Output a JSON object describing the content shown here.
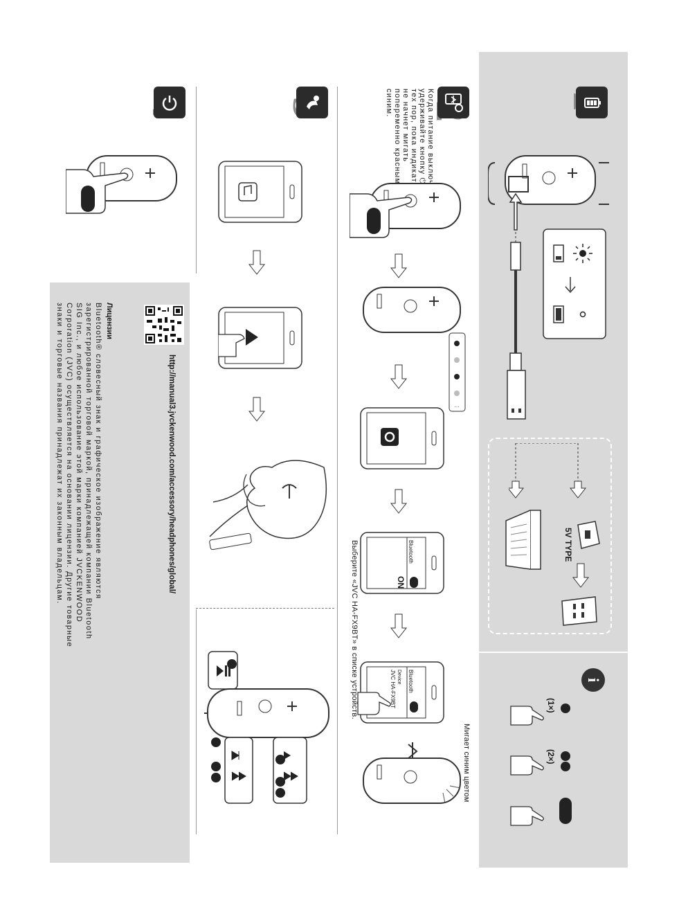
{
  "step1": {
    "number": "1",
    "icon": "battery-icon"
  },
  "step2": {
    "number": "2",
    "icon": "bluetooth-phone-icon",
    "text_lines": [
      "Когда питание выключено,",
      "удерживайте кнопку ⏻ до",
      "тех пор, пока индикатор",
      "не начнет мигать",
      "попеременно красным",
      "синим."
    ],
    "select_text": "Выберите «JVC HA-FX9BT» в списке устройств.",
    "blink_text": "Мигает синим цветом",
    "phone_bluetooth_label": "Bluetooth",
    "phone_on_label": "ON",
    "phone_device_label": "Device",
    "phone_device_name": "JVC HA-FX9BT"
  },
  "step3": {
    "number": "3",
    "icon": "music-phone-icon"
  },
  "step4": {
    "number": "4",
    "icon": "power-icon"
  },
  "info": {
    "icon": "info-icon",
    "press_once": "(1×)",
    "press_twice": "(2×)"
  },
  "charging": {
    "adapter_label": "5V TYPE"
  },
  "manual_url": "http://manual3.jvckenwood.com/accessory/headphones/global/",
  "license": {
    "title": "Лицензии",
    "lines": [
      "Bluetooth® словесный знак и графическое изображение являются",
      "зарегистрированной торговой маркой, принадлежащей компании Bluetooth",
      "SIG Inc., и любое использование этой марки компанией JVCKENWOOD",
      "Corporation (JVC) осуществляется на основании лицензии. Другие товарные",
      "знаки и торговые названия принадлежат их законным владельцам."
    ]
  },
  "colors": {
    "panel_gray": "#d9d9d9",
    "icon_dark": "#2b2b2b",
    "number_gray": "#8c8c8c"
  }
}
